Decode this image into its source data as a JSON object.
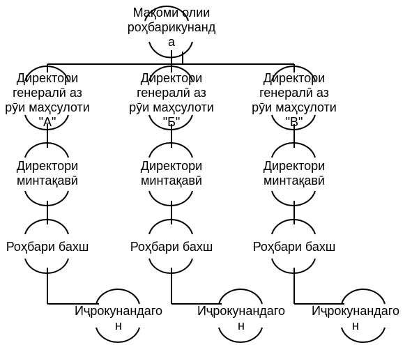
{
  "top": {
    "lines": [
      "Мақоми олии",
      "роҳбарикунанд",
      "а"
    ]
  },
  "columns": [
    {
      "general_director": [
        "Директори",
        "генералӣ аз",
        "рӯи маҳсулоти",
        "\"А\""
      ],
      "regional_director": [
        "Директори",
        "минтақавӣ"
      ],
      "section_head": [
        "Роҳбари бахш"
      ],
      "executors": [
        "Иҷрокунандаго",
        "н"
      ]
    },
    {
      "general_director": [
        "Директори",
        "генералӣ аз",
        "рӯи маҳсулоти",
        "\"Б\""
      ],
      "regional_director": [
        "Директори",
        "минтақавӣ"
      ],
      "section_head": [
        "Роҳбари бахш"
      ],
      "executors": [
        "Иҷрокунандаго",
        "н"
      ]
    },
    {
      "general_director": [
        "Директори",
        "генералӣ аз",
        "рӯи маҳсулоти",
        "\"В\""
      ],
      "regional_director": [
        "Директори",
        "минтақавӣ"
      ],
      "section_head": [
        "Роҳбари бахш"
      ],
      "executors": [
        "Иҷрокунандаго",
        "н"
      ]
    }
  ],
  "colors": {
    "line": "#000000",
    "text": "#000000",
    "background": "#ffffff"
  }
}
